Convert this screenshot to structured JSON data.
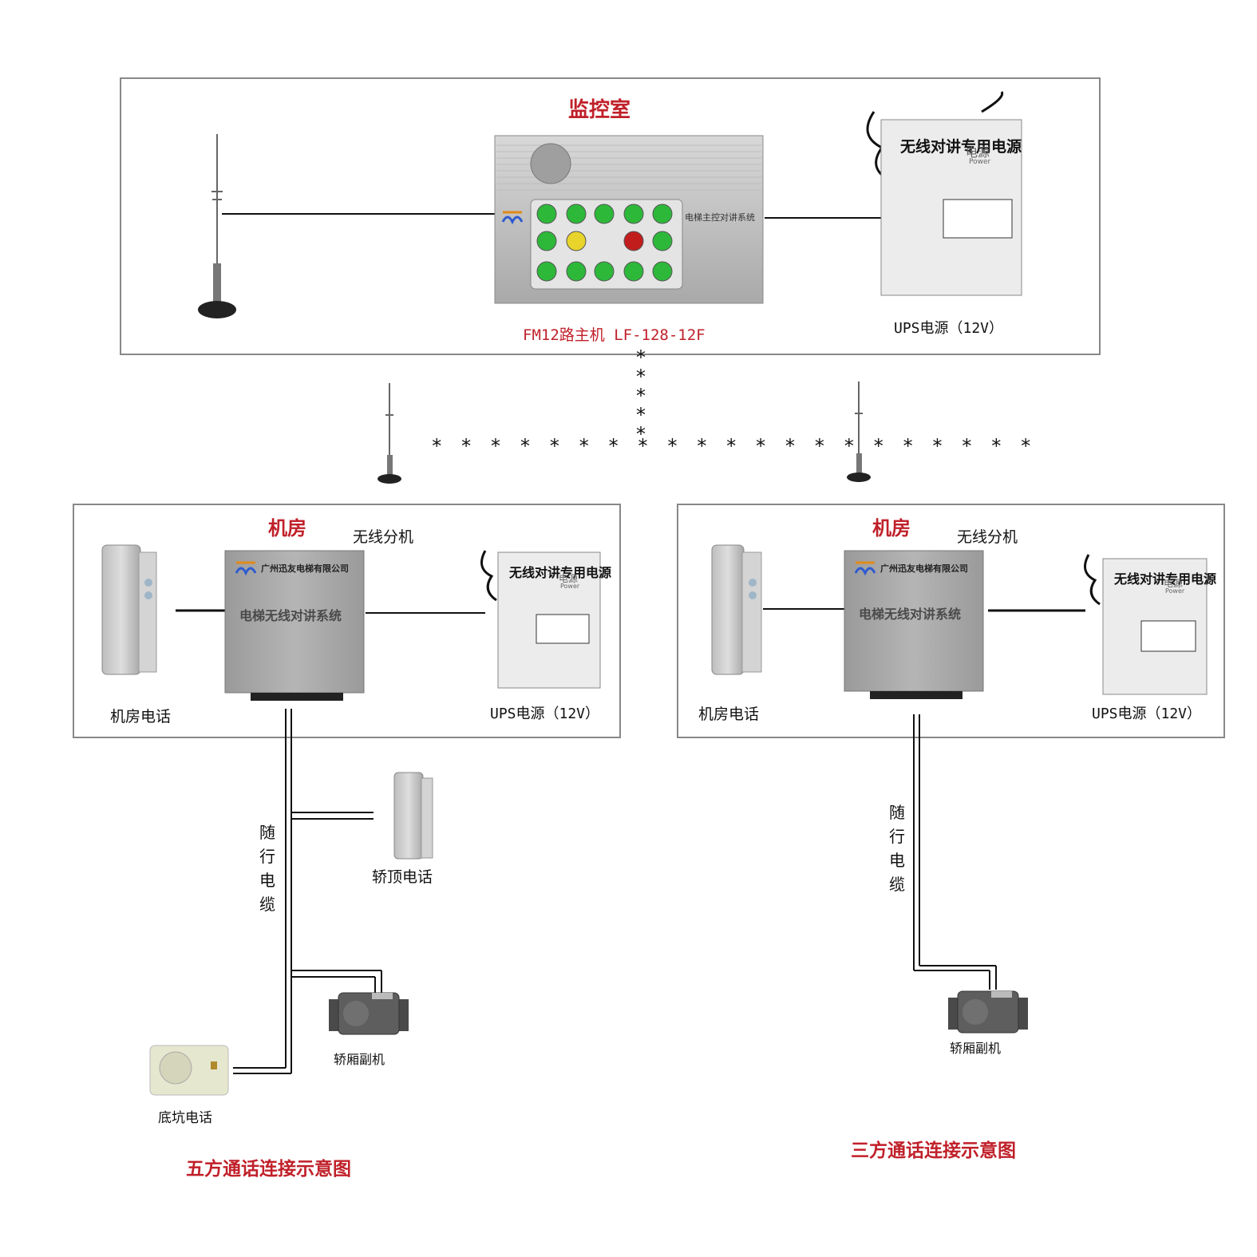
{
  "diagram": {
    "control_room": {
      "title": "监控室",
      "host_caption": "FM12路主机 LF-128-12F",
      "host_panel_label": "电梯主控对讲系统",
      "ups_caption": "UPS电源（12V）",
      "ups_vertical_text": "无线对讲专用电源",
      "ups_brand": "电源",
      "ups_brand_en": "Power"
    },
    "links": {
      "wireless_vertical": "*\n*\n*\n*\n*",
      "wireless_horizontal": "* * * * * * *  * * * * * * * * * * * * * *"
    },
    "machine_room_left": {
      "title": "机房",
      "wireless_unit_label": "无线分机",
      "unit_company": "广州迅友电梯有限公司",
      "unit_system": "电梯无线对讲系统",
      "phone_caption": "机房电话",
      "ups_caption": "UPS电源（12V）",
      "ups_vertical_text": "无线对讲专用电源",
      "ups_brand": "电源",
      "ups_brand_en": "Power"
    },
    "machine_room_right": {
      "title": "机房",
      "wireless_unit_label": "无线分机",
      "unit_company": "广州迅友电梯有限公司",
      "unit_system": "电梯无线对讲系统",
      "phone_caption": "机房电话",
      "ups_caption": "UPS电源（12V）",
      "ups_vertical_text": "无线对讲专用电源",
      "ups_brand": "电源",
      "ups_brand_en": "Power"
    },
    "left_branch": {
      "cable_label": "随\n行\n电\n缆",
      "car_top_phone": "轿顶电话",
      "car_sub_unit": "轿厢副机",
      "pit_phone": "底坑电话",
      "footer": "五方通话连接示意图"
    },
    "right_branch": {
      "cable_label": "随\n行\n电\n缆",
      "car_sub_unit": "轿厢副机",
      "footer": "三方通话连接示意图"
    },
    "colors": {
      "accent_red": "#c0202a",
      "button_green": "#2db83a",
      "button_yellow": "#e8d42a",
      "button_red": "#c21d1d",
      "device_gray": "#c9c9c9"
    }
  }
}
